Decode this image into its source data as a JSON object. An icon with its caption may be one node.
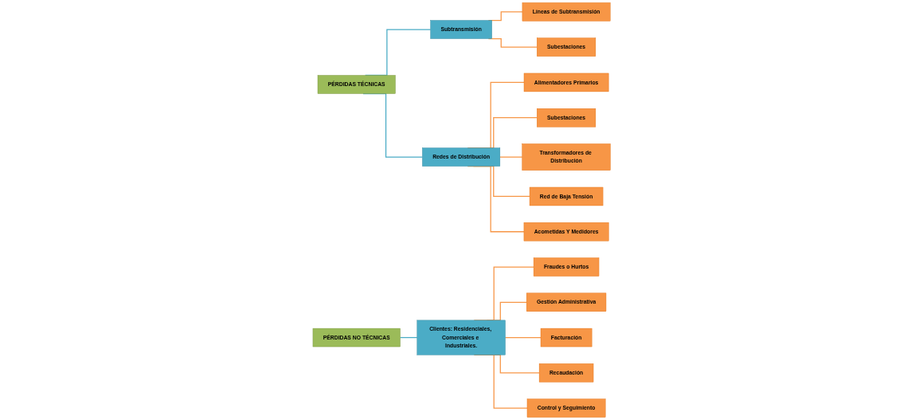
{
  "diagram": {
    "nodes": [
      {
        "text": [
          "PÉRDIDAS TÉCNICAS"
        ]
      },
      {
        "text": [
          "Subtransmisión"
        ]
      },
      {
        "text": [
          "Líneas de Subtransmisión"
        ]
      },
      {
        "text": [
          "Subestaciones"
        ]
      },
      {
        "text": [
          "Redes de Distribución"
        ]
      },
      {
        "text": [
          "Alimentadores Primarios"
        ]
      },
      {
        "text": [
          "Subestaciones"
        ]
      },
      {
        "text": [
          "Transformadores de Distribución"
        ]
      },
      {
        "text": [
          "Red de Baja Tensión"
        ]
      },
      {
        "text": [
          "Acometidas Y Medidores"
        ]
      },
      {
        "text": [
          "PÉRDIDAS NO TÉCNICAS"
        ]
      },
      {
        "text": [
          "Clientes: Residenciales, Comerciales e Industriales."
        ]
      },
      {
        "text": [
          "Fraudes o Hurtos"
        ]
      },
      {
        "text": [
          "Gestión Administrativa"
        ]
      },
      {
        "text": [
          "Facturación"
        ]
      },
      {
        "text": [
          "Recaudación"
        ]
      },
      {
        "text": [
          "Control y Seguimiento"
        ]
      }
    ],
    "edges": [
      {
        "from": 0,
        "to": 1,
        "arrow": "none",
        "color": "#4bacc6"
      },
      {
        "from": 0,
        "to": 4,
        "arrow": "none",
        "color": "#4bacc6"
      },
      {
        "from": 1,
        "to": 2,
        "arrow": "none"
      },
      {
        "from": 1,
        "to": 3,
        "arrow": "none"
      },
      {
        "from": 4,
        "to": 5,
        "arrow": "none"
      },
      {
        "from": 4,
        "to": 6,
        "arrow": "none"
      },
      {
        "from": 4,
        "to": 7,
        "arrow": "none"
      },
      {
        "from": 4,
        "to": 8,
        "arrow": "none"
      },
      {
        "from": 4,
        "to": 9,
        "arrow": "none"
      },
      {
        "from": 10,
        "to": 11,
        "arrow": "none",
        "color": "#4bacc6"
      },
      {
        "from": 11,
        "to": 12,
        "arrow": "none"
      },
      {
        "from": 11,
        "to": 13,
        "arrow": "none"
      },
      {
        "from": 11,
        "to": 14,
        "arrow": "none"
      },
      {
        "from": 11,
        "to": 15,
        "arrow": "none"
      },
      {
        "from": 11,
        "to": 16,
        "arrow": "none"
      }
    ]
  }
}
